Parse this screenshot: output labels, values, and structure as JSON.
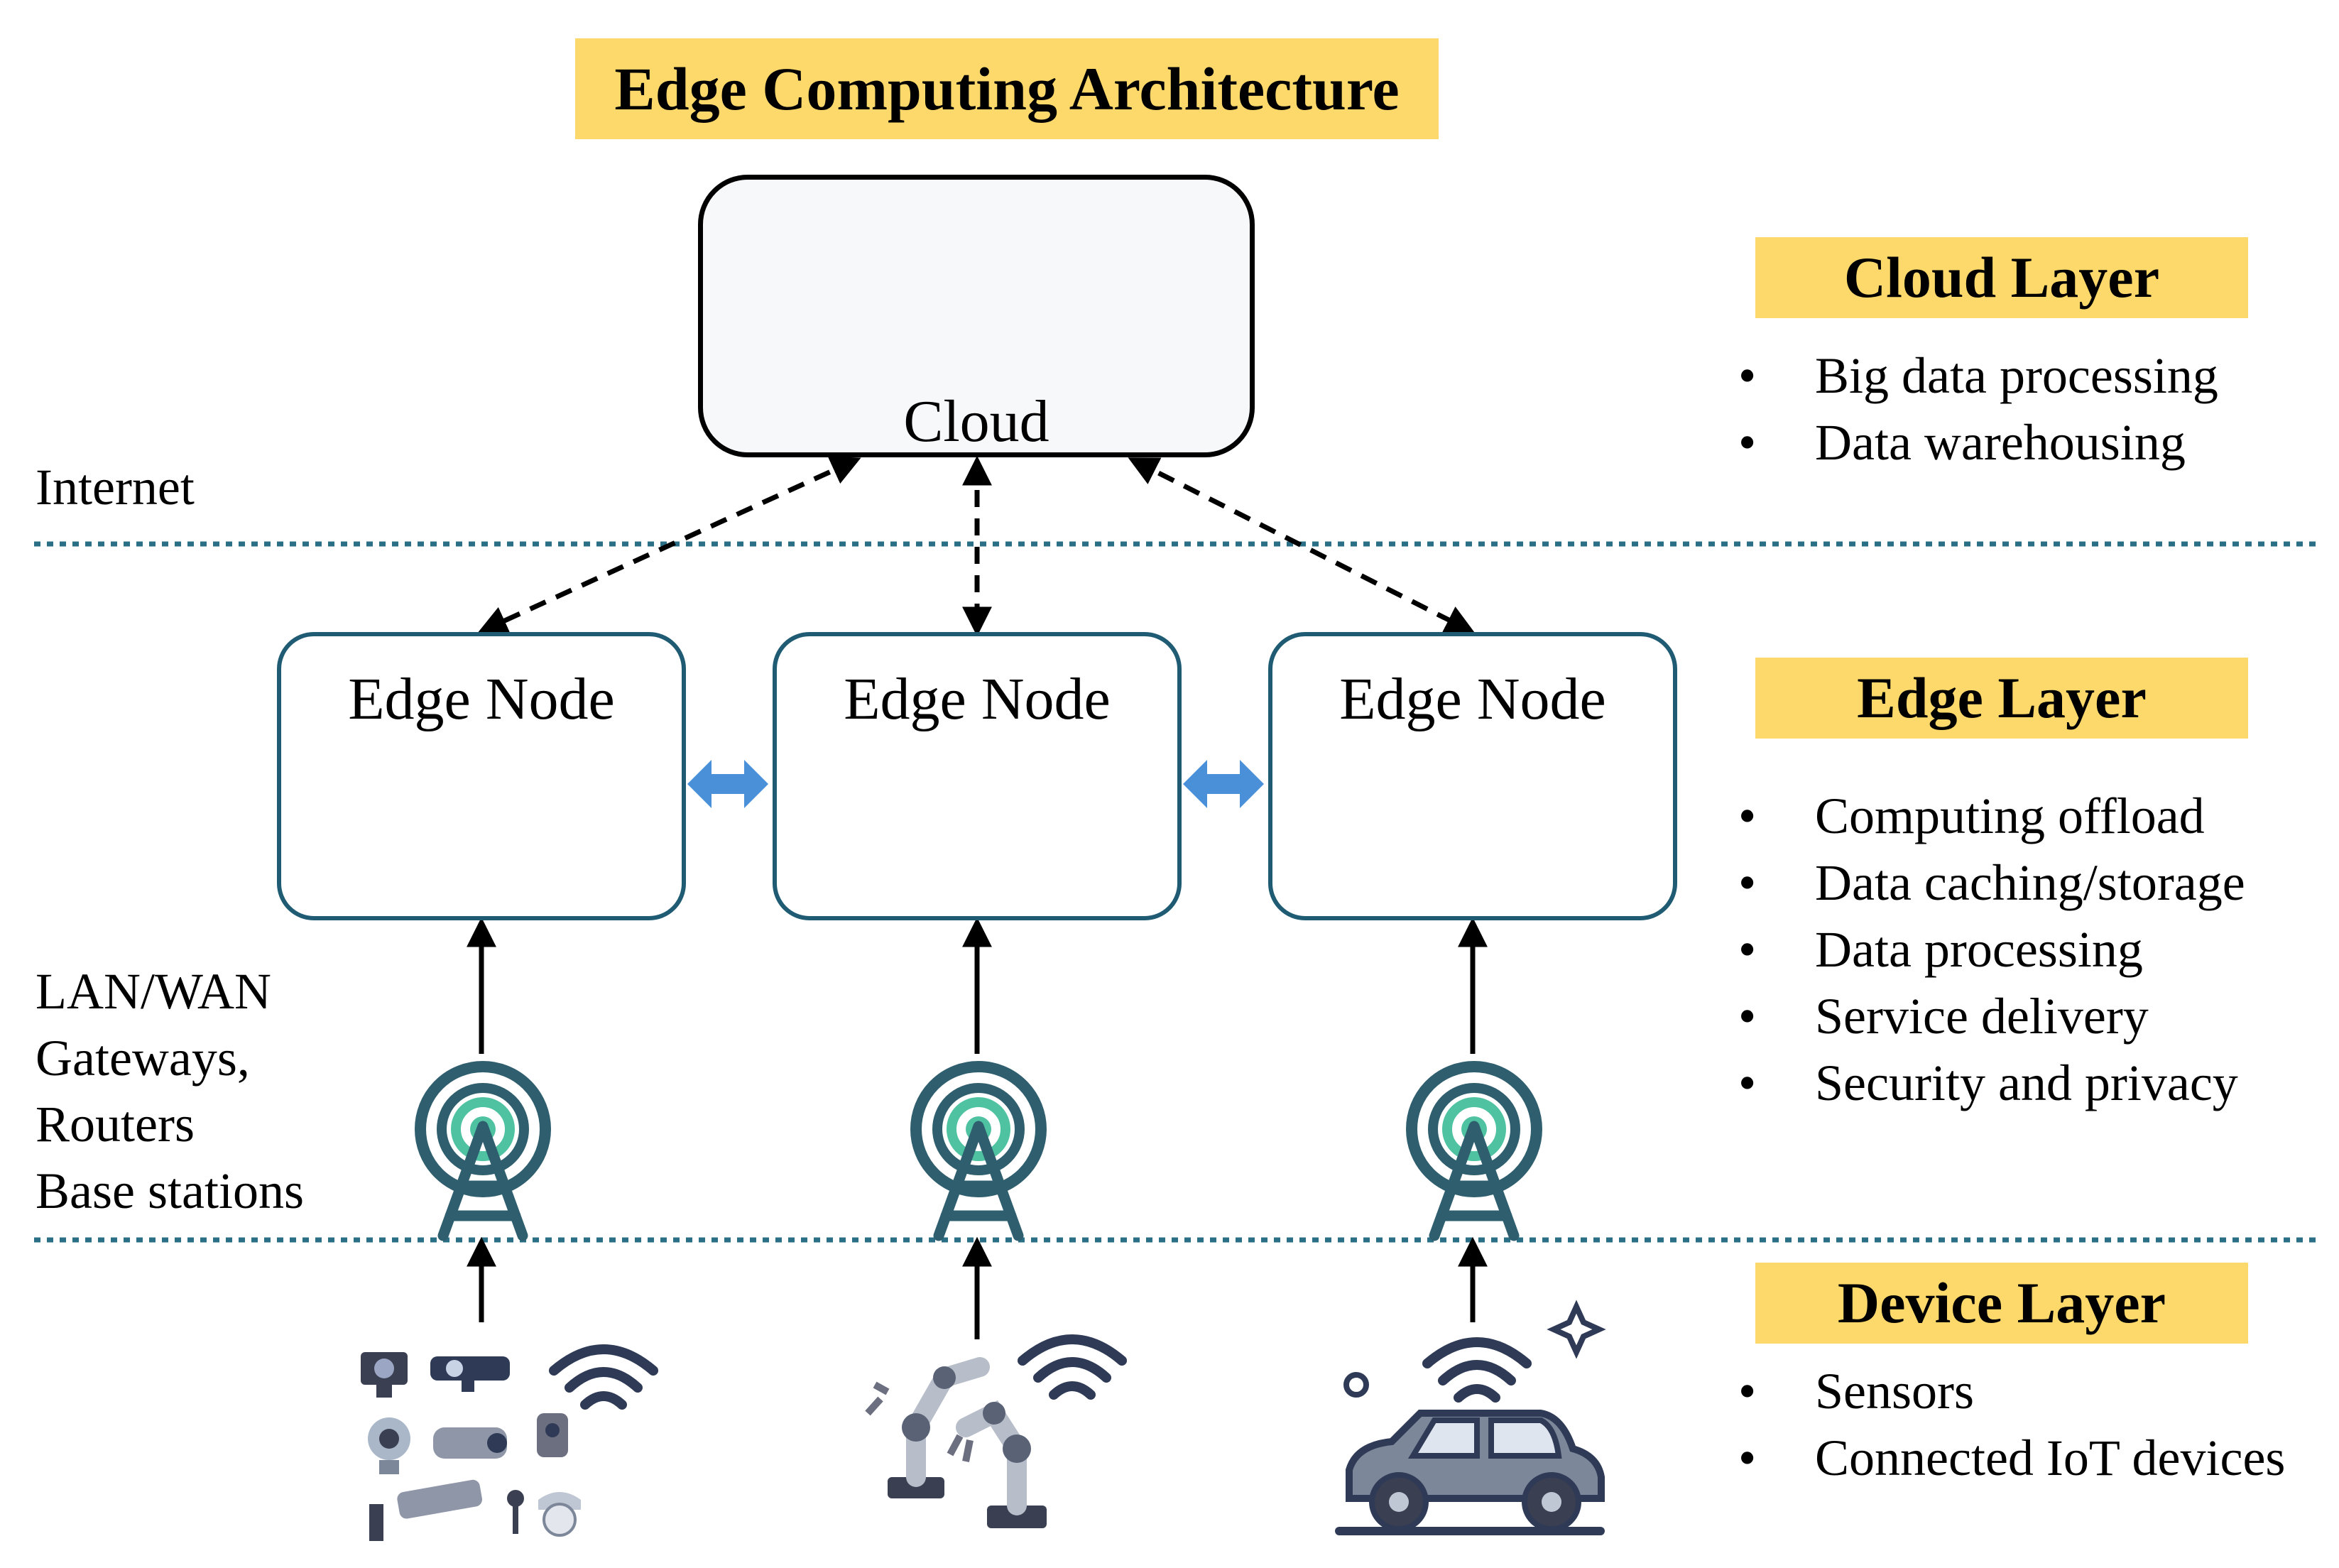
{
  "title": "Edge Computing Architecture",
  "cloud": {
    "label": "Cloud"
  },
  "network_labels": {
    "internet": "Internet",
    "lan_lines": [
      "LAN/WAN",
      "Gateways,",
      "Routers",
      "Base stations"
    ]
  },
  "edge_nodes": [
    {
      "label": "Edge Node"
    },
    {
      "label": "Edge Node"
    },
    {
      "label": "Edge Node"
    }
  ],
  "layers": {
    "cloud": {
      "title": "Cloud Layer",
      "bullets": [
        "Big data processing",
        "Data warehousing"
      ]
    },
    "edge": {
      "title": "Edge Layer",
      "bullets": [
        "Computing offload",
        "Data caching/storage",
        "Data processing",
        "Service delivery",
        "Security and privacy"
      ]
    },
    "device": {
      "title": "Device Layer",
      "bullets": [
        "Sensors",
        "Connected IoT devices"
      ]
    }
  },
  "bullet_symbol": "•",
  "colors": {
    "label_highlight": "#fdd96b",
    "edge_border": "#1f5b73",
    "divider": "#2a6f86",
    "connector_arrow": "#4a90d9",
    "tower": "#2f5f6e",
    "signal_inner": "#4fc3a1",
    "database": "#2f86e8",
    "cloud_icon": "#2196f3"
  },
  "icons": [
    "cloud-server-icon",
    "server-rack-icon",
    "database-icon",
    "radio-tower-icon",
    "camera-sensors-icon",
    "robot-arm-icon",
    "connected-car-icon",
    "wifi-icon"
  ]
}
